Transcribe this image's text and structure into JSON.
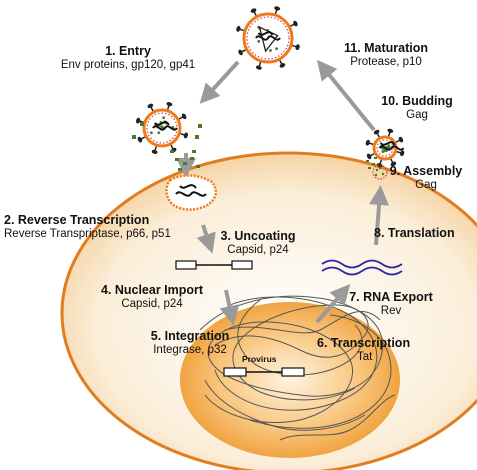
{
  "steps": [
    {
      "title": "1. Entry",
      "sub": "Env proteins, gp120, gp41"
    },
    {
      "title": "2. Reverse Transcription",
      "sub": "Reverse Transpriptase, p66, p51"
    },
    {
      "title": "3. Uncoating",
      "sub": "Capsid, p24"
    },
    {
      "title": "4. Nuclear Import",
      "sub": "Capsid, p24"
    },
    {
      "title": "5. Integration",
      "sub": "Integrase, p32"
    },
    {
      "title": "6. Transcription",
      "sub": "Tat"
    },
    {
      "title": "7. RNA Export",
      "sub": "Rev"
    },
    {
      "title": "8. Translation",
      "sub": ""
    },
    {
      "title": "9. Assembly",
      "sub": "Gag"
    },
    {
      "title": "10. Budding",
      "sub": "Gag"
    },
    {
      "title": "11. Maturation",
      "sub": "Protease, p10"
    }
  ],
  "provirus_label": "Provirus",
  "colors": {
    "cell_fill": "#f6d7a6",
    "cell_edge": "#e07d1f",
    "nucleus": "#f2a23c",
    "arrow": "#9a9a9a",
    "rna": "#2a2a9e",
    "virion_ring": "#ee7a1d",
    "virion_dots": "#4b7a2c"
  }
}
